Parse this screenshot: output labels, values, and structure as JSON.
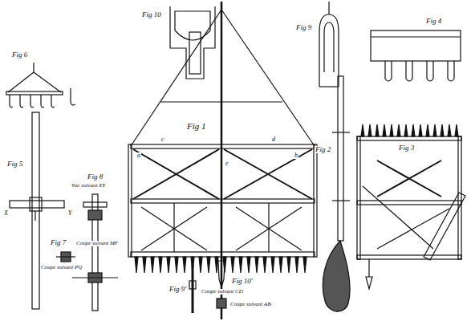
{
  "diagram": {
    "labels": [
      "Fig 6",
      "Fig 10",
      "Fig 9",
      "Fig 4",
      "Fig 5",
      "Fig 8",
      "Vue suivant XY",
      "Fig 7",
      "Coupe suivant MF",
      "Coupe suivant PQ",
      "Fig 1",
      "Fig 2",
      "Fig 3",
      "Fig 9'",
      "Fig 10'",
      "Coupe suivant CD",
      "Coupe suivant AB",
      "X",
      "Y",
      "a",
      "b",
      "c",
      "d",
      "e"
    ]
  }
}
